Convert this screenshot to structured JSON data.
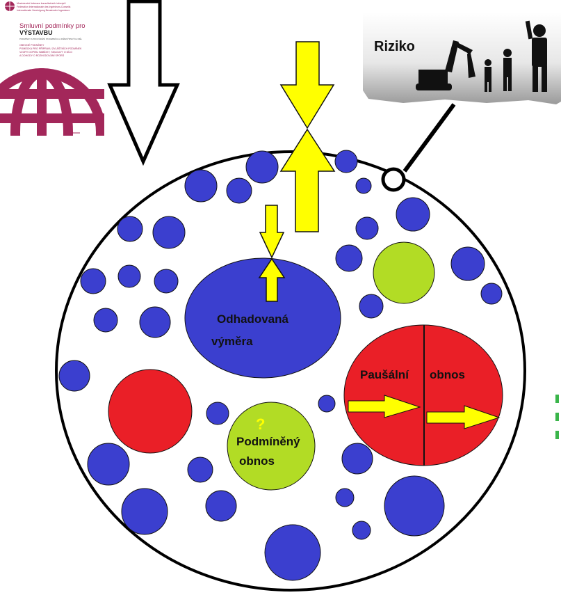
{
  "cover": {
    "line1": "Smluvní podmínky pro",
    "line2": "VÝSTAVBU",
    "fine_print": [
      "Mezinárodní federace konzultačních inženýrů",
      "Fédération Internationale des Ingénieurs-Conseils",
      "Internationale Vereinigung Beratender Ingenieure"
    ],
    "body_lines": [
      "PODMÍNKY A PROVÁDĚNÍ STAVEBNÍCH A INŽENÝRSKÝCH DĚL",
      "OBECNÉ PODMÍNKY",
      "POMŮCKA PRO PŘÍPRAVU ZVLÁŠTNÍCH PODMÍNEK",
      "VZORY DOPISU NABÍDKY, SMLOUVY O DÍLO",
      "A DOHODY O ROZHODOVÁNÍ SPORŮ"
    ],
    "brand_color": "#a3275a"
  },
  "risk": {
    "label": "Riziko"
  },
  "labels": {
    "estimated": [
      "Odhadovaná",
      "výměra"
    ],
    "conditional_mark": "?",
    "conditional": [
      "Podmíněný",
      "obnos"
    ],
    "lump_left": "Paušální",
    "lump_right": "obnos"
  },
  "colors": {
    "blue": "#3b3fcf",
    "red": "#ea1f27",
    "green": "#b2dc25",
    "yellow": "#ffff00",
    "green_text": "#3ab54a"
  }
}
